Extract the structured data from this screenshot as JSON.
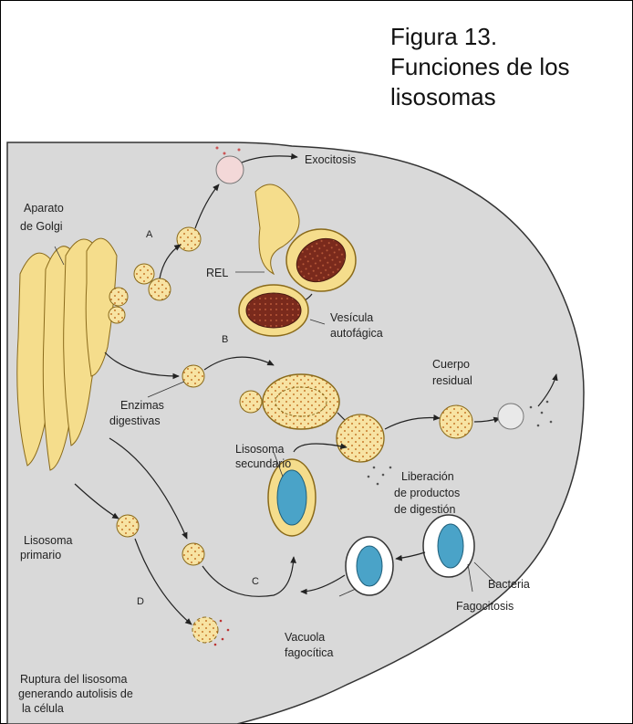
{
  "caption": {
    "line1": "Figura 13.",
    "line2": "Funciones de los",
    "line3": "lisosomas"
  },
  "labels": {
    "exocitosis": "Exocitosis",
    "golgi_1": "Aparato",
    "golgi_2": "de Golgi",
    "letter_a": "A",
    "letter_b": "B",
    "letter_c": "C",
    "letter_d": "D",
    "rel": "REL",
    "vesicula_1": "Vesícula",
    "vesicula_2": "autofágica",
    "cuerpo_1": "Cuerpo",
    "cuerpo_2": "residual",
    "enzimas_1": "Enzimas",
    "enzimas_2": "digestivas",
    "lis_sec_1": "Lisosoma",
    "lis_sec_2": "secundario",
    "liberacion_1": "Liberación",
    "liberacion_2": "de productos",
    "liberacion_3": "de digestión",
    "lis_prim_1": "Lisosoma",
    "lis_prim_2": "primario",
    "bacteria": "Bacteria",
    "fagocitosis": "Fagocitosis",
    "vacuola_1": "Vacuola",
    "vacuola_2": "fagocítica",
    "ruptura_1": "Ruptura del lisosoma",
    "ruptura_2": "generando autolisis de",
    "ruptura_3": "la célula"
  },
  "colors": {
    "cytoplasm": "#d9d9d9",
    "golgi": "#f5dd8c",
    "vesicle": "#f7e3a3",
    "mitochondria": "#7a2a1c",
    "bacteria": "#4aa3c8"
  }
}
